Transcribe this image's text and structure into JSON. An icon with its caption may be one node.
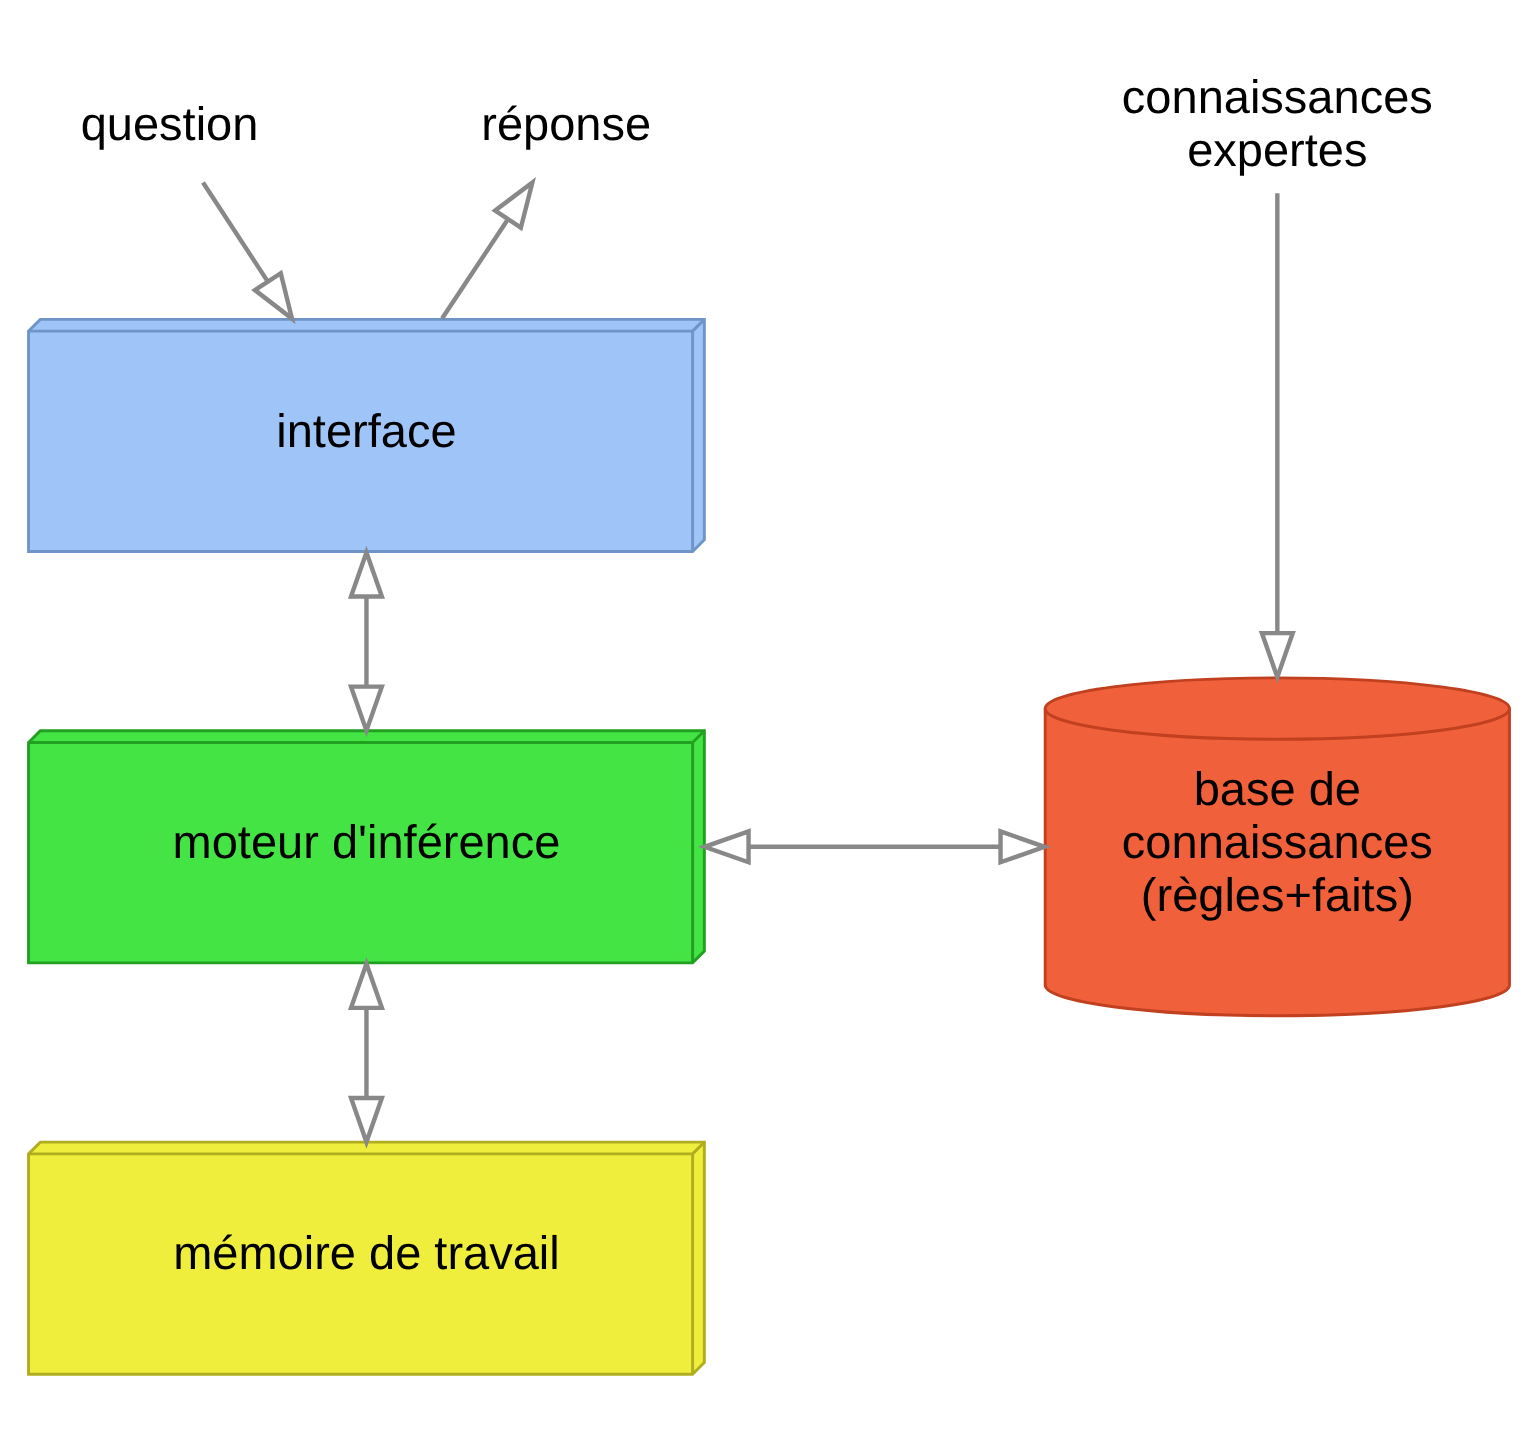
{
  "diagram": {
    "nodes": [
      {
        "text": [
          "question"
        ]
      },
      {
        "text": [
          "réponse"
        ]
      },
      {
        "text": [
          "interface"
        ]
      },
      {
        "text": [
          "moteur d'inférence"
        ]
      },
      {
        "text": [
          "mémoire de travail"
        ]
      },
      {
        "text": [
          "connaissances expertes"
        ]
      },
      {
        "text": [
          "base de connaissances (règles+faits)"
        ]
      }
    ],
    "edges": [
      {
        "from": 0,
        "to": 2,
        "arrow": "to"
      },
      {
        "from": 2,
        "to": 1,
        "arrow": "to"
      },
      {
        "from": 2,
        "to": 3,
        "arrow": "both"
      },
      {
        "from": 3,
        "to": 4,
        "arrow": "both"
      },
      {
        "from": 3,
        "to": 6,
        "arrow": "both"
      },
      {
        "from": 5,
        "to": 6,
        "arrow": "to"
      }
    ]
  }
}
